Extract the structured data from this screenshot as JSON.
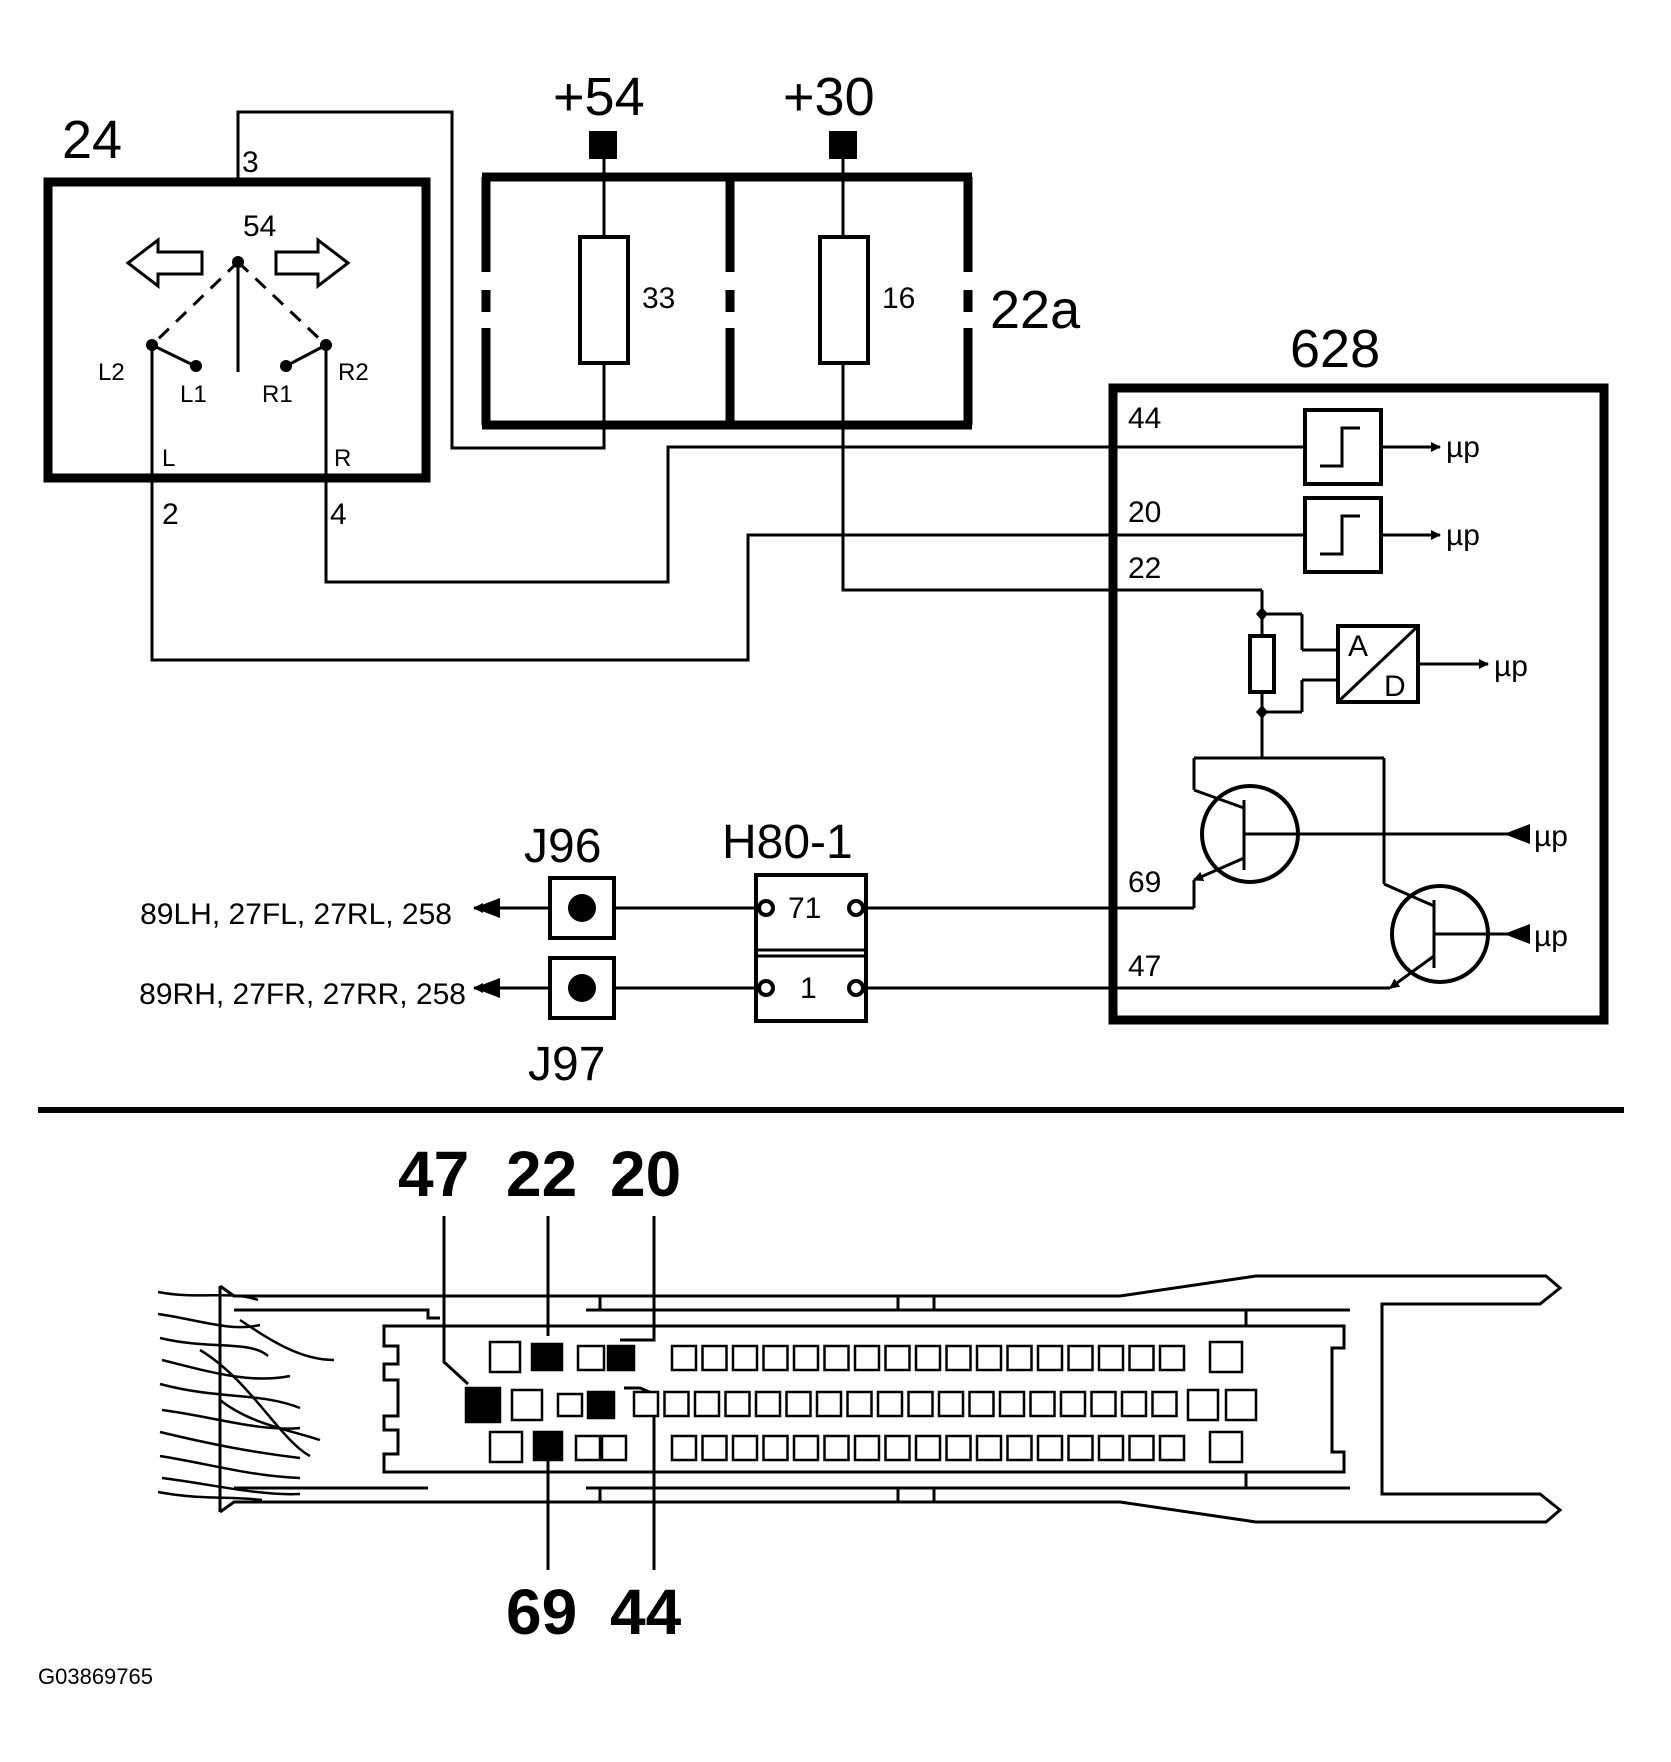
{
  "components": {
    "flasher_switch": {
      "id": "24",
      "pin_top": "3",
      "center": "54",
      "contacts": [
        "L2",
        "L1",
        "R1",
        "R2"
      ],
      "out_left": "L",
      "out_right": "R",
      "pin_left": "2",
      "pin_right": "4"
    },
    "fuse_box": {
      "id": "22a",
      "supply_a": "+54",
      "supply_b": "+30",
      "fuse_a": "33",
      "fuse_b": "16"
    },
    "module": {
      "id": "628",
      "pins": [
        "44",
        "20",
        "22",
        "69",
        "47"
      ],
      "up_labels": [
        "µp",
        "µp",
        "µp",
        "µp",
        "µp"
      ],
      "adc": {
        "a": "A",
        "d": "D"
      }
    },
    "connector_h80": {
      "id": "H80-1",
      "pin_upper": "71",
      "pin_lower": "1"
    },
    "junction_j96": {
      "id": "J96"
    },
    "junction_j97": {
      "id": "J97"
    },
    "out_left_text": "89LH, 27FL, 27RL, 258",
    "out_right_text": "89RH, 27FR, 27RR, 258"
  },
  "plug": {
    "pins_top": [
      "47",
      "22",
      "20"
    ],
    "pins_bottom": [
      "69",
      "44"
    ]
  },
  "figure_code": "G03869765"
}
